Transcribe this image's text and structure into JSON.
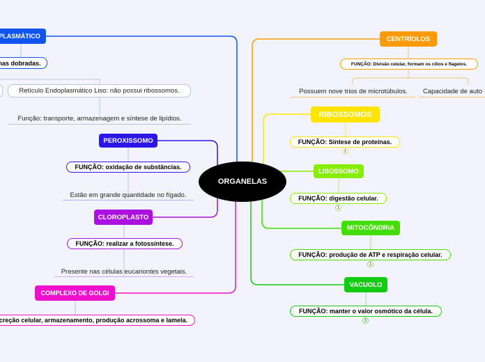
{
  "center": "ORGANELAS",
  "left": {
    "reticulo": {
      "title": "PLASMÁTICO",
      "child1": "nas dobradas.",
      "child2": "Retículo Endoplasmático Liso: não possui ribossomos.",
      "child3": "Função: transporte, armazenagem e síntese de lipídios."
    },
    "peroxissomo": {
      "title": "PEROXISSOMO",
      "funcao": "FUNÇÃO: oxidação de substâncias.",
      "nota": "Estão em grande quantidade no fígado."
    },
    "cloroplasto": {
      "title": "CLOROPLASTO",
      "funcao": "FUNÇÃO: realizar a fotossíntese.",
      "nota": "Presente nas células eucariontes vegetais."
    },
    "golgi": {
      "title": "COMPLEXO DE GOLGI",
      "funcao": "creção celular, armazenamento, produção acrossoma e lamela."
    }
  },
  "right": {
    "centriolos": {
      "title": "CENTRÍOLOS",
      "funcao": "FUNÇÃO: Divisão celular, formam os cílios e flagelos.",
      "nota1": "Possuem nove trios de microtúbulos.",
      "nota2": "Capacidade de auto"
    },
    "ribossomos": {
      "title": "RIBOSSOMOS",
      "funcao": "FUNÇÃO: Síntese de proteínas.",
      "badge": "1"
    },
    "lisossomo": {
      "title": "LISOSSOMO",
      "funcao": "FUNÇÃO: digestão celular.",
      "badge": "1"
    },
    "mitocondria": {
      "title": "MITOCÔNDRIA",
      "funcao": "FUNÇÃO: produção de ATP e respiração celular.",
      "badge": "1"
    },
    "vacuolo": {
      "title": "VACUOLO",
      "funcao": "FUNÇÃO: manter o valor osmótico da célula.",
      "badge": "3"
    }
  },
  "colors": {
    "reticulo": "#1155ee",
    "peroxissomo": "#2a16e6",
    "cloroplasto": "#aa10e0",
    "golgi": "#ee10cc",
    "centriolos": "#ff9a00",
    "ribossomos": "#ffe400",
    "lisossomo": "#88ee00",
    "mitocondria": "#44dd00",
    "vacuolo": "#11cc11"
  }
}
